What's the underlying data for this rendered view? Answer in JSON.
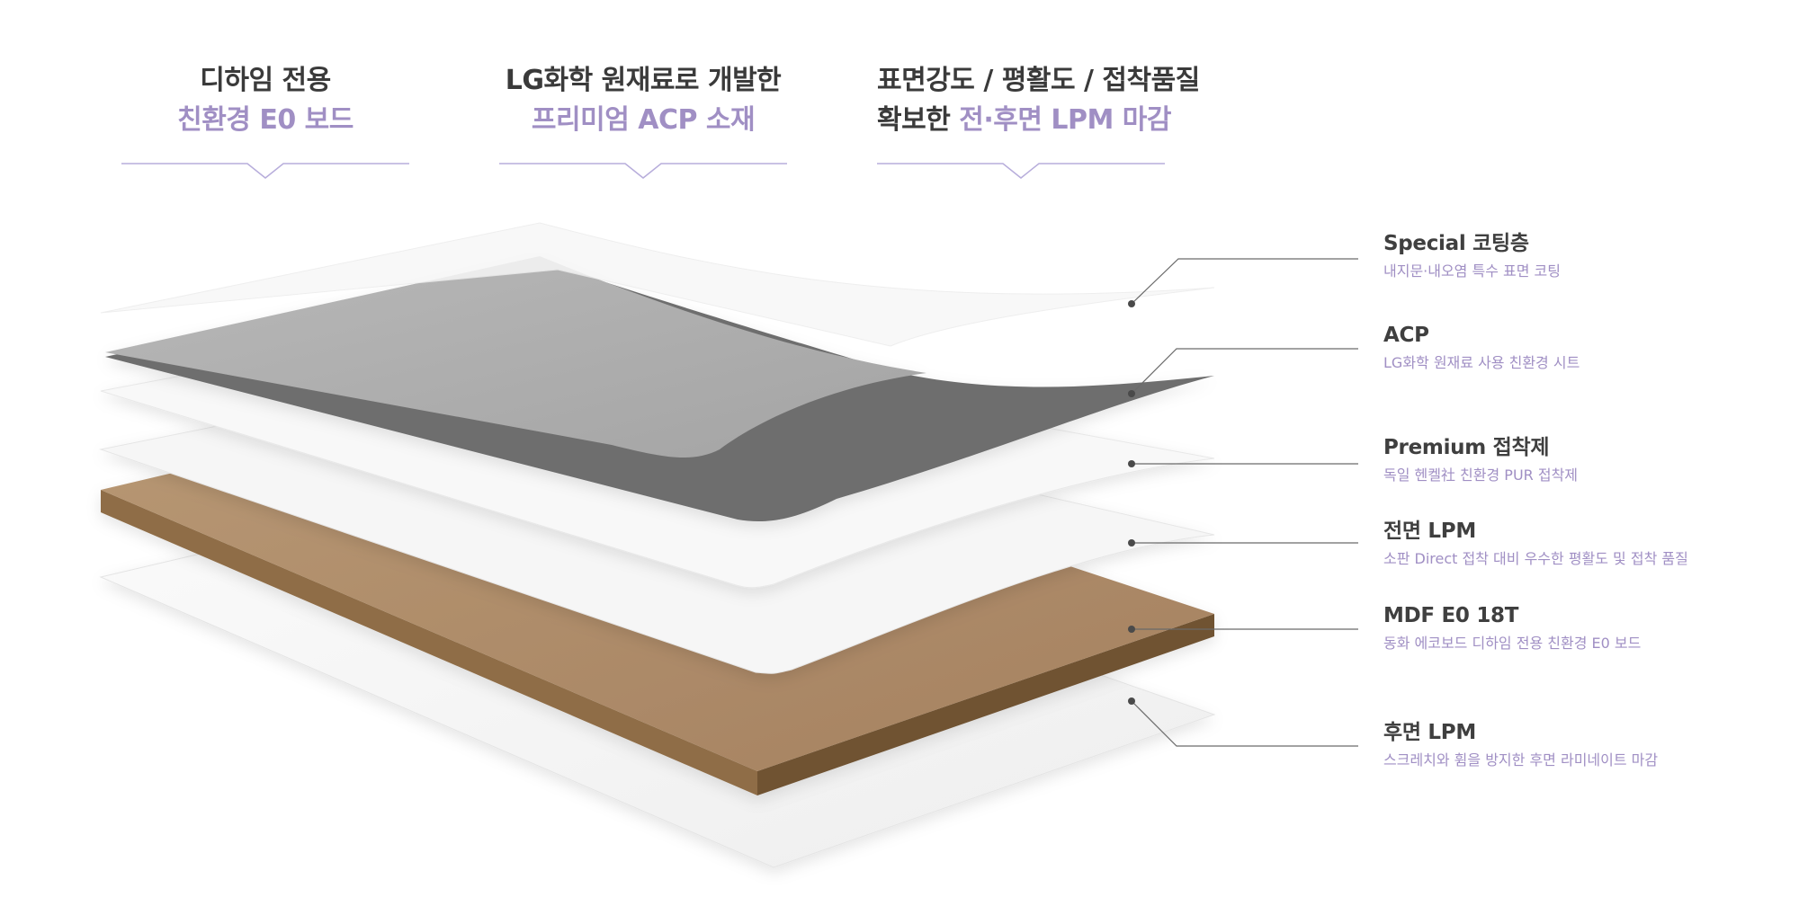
{
  "features": [
    {
      "line1": "디하임 전용",
      "line2": "친환경 E0 보드"
    },
    {
      "line1": "LG화학 원재료로 개발한",
      "line2": "프리미엄 ACP 소재"
    },
    {
      "line1": "표면강도 / 평활도 / 접착품질",
      "line2_prefix": "확보한 ",
      "line2_accent": "전·후면 LPM 마감"
    }
  ],
  "layers": [
    {
      "name": "Special 코팅층",
      "desc": "내지문·내오염 특수 표면 코팅"
    },
    {
      "name": "ACP",
      "desc": "LG화학 원재료 사용 친환경 시트"
    },
    {
      "name": "Premium 접착제",
      "desc": "독일 헨켈社 친환경 PUR 접착제"
    },
    {
      "name": "전면 LPM",
      "desc": "소판 Direct 접착 대비 우수한 평활도 및 접착 품질"
    },
    {
      "name": "MDF E0 18T",
      "desc": "동화 에코보드 디하임 전용 친환경 E0 보드"
    },
    {
      "name": "후면 LPM",
      "desc": "스크레치와 휨을 방지한 후면 라미네이트 마감"
    }
  ],
  "colors": {
    "accent": "#a08fc4",
    "text_dark": "#3a3a3a",
    "acp_grey": "#b0b0b0",
    "acp_dark": "#6e6e6e",
    "mdf_top": "#b08f6a",
    "mdf_side": "#8a6a44",
    "sheet": "#f4f4f4",
    "leader": "#555555"
  }
}
